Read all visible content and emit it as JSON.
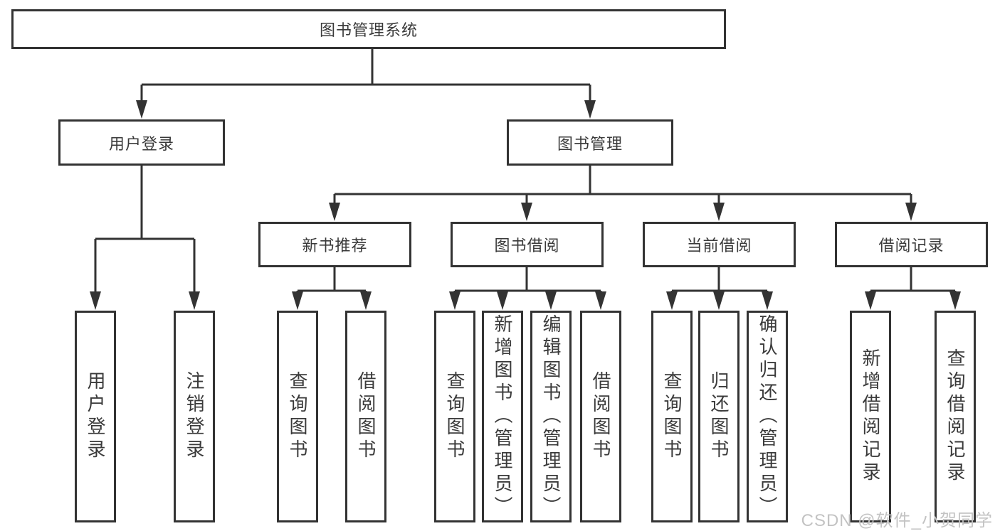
{
  "colors": {
    "line": "#333333",
    "box_border": "#333333",
    "text": "#3a3a3a",
    "watermark": "#c3c3c3",
    "background": "#ffffff"
  },
  "watermark": {
    "text": "CSDN @软件_小贺同学"
  },
  "tree": {
    "root": {
      "label": "图书管理系统"
    },
    "children": [
      {
        "label": "用户登录",
        "children": [
          {
            "label": "用户登录"
          },
          {
            "label": "注销登录"
          }
        ]
      },
      {
        "label": "图书管理",
        "children": [
          {
            "label": "新书推荐",
            "children": [
              {
                "label": "查询图书"
              },
              {
                "label": "借阅图书"
              }
            ]
          },
          {
            "label": "图书借阅",
            "children": [
              {
                "label": "查询图书"
              },
              {
                "label": "新增图书（管理员）"
              },
              {
                "label": "编辑图书（管理员）"
              },
              {
                "label": "借阅图书"
              }
            ]
          },
          {
            "label": "当前借阅",
            "children": [
              {
                "label": "查询图书"
              },
              {
                "label": "归还图书"
              },
              {
                "label": "确认归还（管理员）"
              }
            ]
          },
          {
            "label": "借阅记录",
            "children": [
              {
                "label": "新增借阅记录"
              },
              {
                "label": "查询借阅记录"
              }
            ]
          }
        ]
      }
    ]
  }
}
